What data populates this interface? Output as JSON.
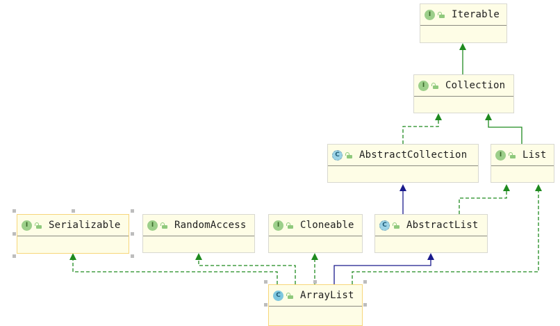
{
  "diagram": {
    "type": "uml-class-hierarchy",
    "nodes": [
      {
        "id": "Iterable",
        "label": "Iterable",
        "kind": "interface",
        "visibility": "public",
        "selected": false
      },
      {
        "id": "Collection",
        "label": "Collection",
        "kind": "interface",
        "visibility": "public",
        "selected": false
      },
      {
        "id": "AbstractCollection",
        "label": "AbstractCollection",
        "kind": "abstract-class",
        "visibility": "public",
        "selected": false
      },
      {
        "id": "List",
        "label": "List",
        "kind": "interface",
        "visibility": "public",
        "selected": false
      },
      {
        "id": "Serializable",
        "label": "Serializable",
        "kind": "interface",
        "visibility": "public",
        "selected": true
      },
      {
        "id": "RandomAccess",
        "label": "RandomAccess",
        "kind": "interface",
        "visibility": "public",
        "selected": false
      },
      {
        "id": "Cloneable",
        "label": "Cloneable",
        "kind": "interface",
        "visibility": "public",
        "selected": false
      },
      {
        "id": "AbstractList",
        "label": "AbstractList",
        "kind": "abstract-class",
        "visibility": "public",
        "selected": false
      },
      {
        "id": "ArrayList",
        "label": "ArrayList",
        "kind": "class",
        "visibility": "public",
        "selected": true
      }
    ],
    "edges": [
      {
        "from": "Collection",
        "to": "Iterable",
        "relation": "extends",
        "style": "solid-green"
      },
      {
        "from": "AbstractCollection",
        "to": "Collection",
        "relation": "implements",
        "style": "dashed-green"
      },
      {
        "from": "List",
        "to": "Collection",
        "relation": "extends",
        "style": "solid-green"
      },
      {
        "from": "AbstractList",
        "to": "AbstractCollection",
        "relation": "extends",
        "style": "solid-blue"
      },
      {
        "from": "AbstractList",
        "to": "List",
        "relation": "implements",
        "style": "dashed-green"
      },
      {
        "from": "ArrayList",
        "to": "Serializable",
        "relation": "implements",
        "style": "dashed-green"
      },
      {
        "from": "ArrayList",
        "to": "RandomAccess",
        "relation": "implements",
        "style": "dashed-green"
      },
      {
        "from": "ArrayList",
        "to": "Cloneable",
        "relation": "implements",
        "style": "dashed-green"
      },
      {
        "from": "ArrayList",
        "to": "AbstractList",
        "relation": "extends",
        "style": "solid-blue"
      },
      {
        "from": "ArrayList",
        "to": "List",
        "relation": "implements",
        "style": "dashed-green"
      }
    ],
    "colors": {
      "implements": "#1f8a1f",
      "extends_interface": "#1f8a1f",
      "extends_class": "#1a1a8c",
      "node_fill": "#fefde6",
      "selection": "#f7d67a"
    },
    "kind_icons": {
      "interface": "I",
      "class": "C",
      "abstract-class": "C",
      "visibility_public": "unlock-icon"
    }
  }
}
